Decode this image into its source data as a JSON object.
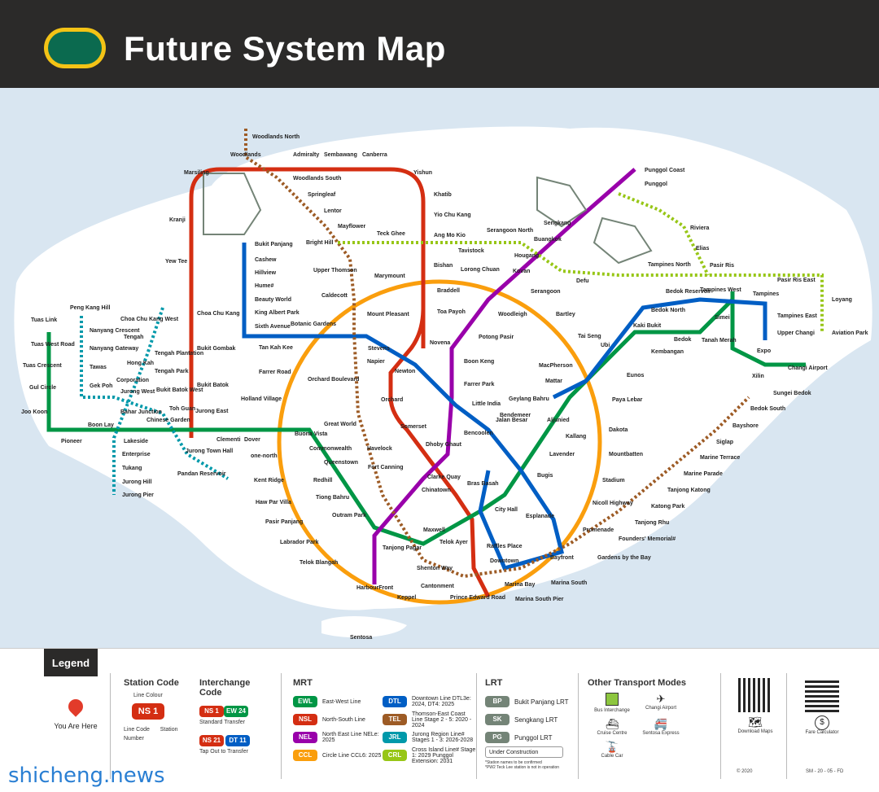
{
  "header": {
    "title": "Future System Map",
    "logo_icon": "lta-logo-icon"
  },
  "colors": {
    "ewl": "#009645",
    "nsl": "#d42e12",
    "nel": "#9900aa",
    "ccl": "#fa9e0d",
    "dtl": "#005ec4",
    "tel": "#9d5b25",
    "jrl": "#0099aa",
    "crl": "#97c616",
    "lrt": "#748477",
    "land": "#ffffff",
    "sea": "#d9e6f1"
  },
  "stations": {
    "woodlands_north": "Woodlands North",
    "woodlands": "Woodlands",
    "admiralty": "Admiralty",
    "sembawang": "Sembawang",
    "canberra": "Canberra",
    "yishun": "Yishun",
    "khatib": "Khatib",
    "yio_chu_kang": "Yio Chu Kang",
    "ang_mo_kio": "Ang Mo Kio",
    "bishan": "Bishan",
    "braddell": "Braddell",
    "toa_payoh": "Toa Payoh",
    "novena": "Novena",
    "newton": "Newton",
    "orchard": "Orchard",
    "somerset": "Somerset",
    "dhoby_ghaut": "Dhoby Ghaut",
    "city_hall": "City Hall",
    "raffles_place": "Raffles Place",
    "marina_bay": "Marina Bay",
    "marina_south_pier": "Marina South Pier",
    "marsiling": "Marsiling",
    "kranji": "Kranji",
    "yew_tee": "Yew Tee",
    "choa_chu_kang": "Choa Chu Kang",
    "bukit_gombak": "Bukit Gombak",
    "bukit_batok": "Bukit Batok",
    "jurong_east": "Jurong East",
    "woodlands_south": "Woodlands South",
    "springleaf": "Springleaf",
    "lentor": "Lentor",
    "mayflower": "Mayflower",
    "bright_hill": "Bright Hill",
    "upper_thomson": "Upper Thomson",
    "caldecott": "Caldecott",
    "mount_pleasant": "Mount Pleasant",
    "stevens": "Stevens",
    "napier": "Napier",
    "orchard_boulevard": "Orchard Boulevard",
    "great_world": "Great World",
    "havelock": "Havelock",
    "outram_park": "Outram Park",
    "maxwell": "Maxwell",
    "shenton_way": "Shenton Way",
    "gardens_by_the_bay": "Gardens by the Bay",
    "tanjong_rhu": "Tanjong Rhu",
    "katong_park": "Katong Park",
    "tanjong_katong": "Tanjong Katong",
    "marine_parade": "Marine Parade",
    "marine_terrace": "Marine Terrace",
    "siglap": "Siglap",
    "bayshore": "Bayshore",
    "bedok_south": "Bedok South",
    "sungei_bedok": "Sungei Bedok",
    "pasir_ris": "Pasir Ris",
    "tampines": "Tampines",
    "simei": "Simei",
    "tanah_merah": "Tanah Merah",
    "bedok": "Bedok",
    "kembangan": "Kembangan",
    "eunos": "Eunos",
    "paya_lebar": "Paya Lebar",
    "aljunied": "Aljunied",
    "kallang": "Kallang",
    "lavender": "Lavender",
    "bugis": "Bugis",
    "tanjong_pagar": "Tanjong Pagar",
    "tiong_bahru": "Tiong Bahru",
    "redhill": "Redhill",
    "queenstown": "Queenstown",
    "commonwealth": "Commonwealth",
    "buona_vista": "Buona Vista",
    "dover": "Dover",
    "clementi": "Clementi",
    "boon_lay": "Boon Lay",
    "pioneer": "Pioneer",
    "joo_koon": "Joo Koon",
    "gul_circle": "Gul Circle",
    "tuas_crescent": "Tuas Crescent",
    "tuas_west_road": "Tuas West Road",
    "tuas_link": "Tuas Link",
    "expo": "Expo",
    "changi_airport": "Changi Airport",
    "harbourfront": "HarbourFront",
    "outram": "Outram Park",
    "chinatown": "Chinatown",
    "clarke_quay": "Clarke Quay",
    "little_india": "Little India",
    "farrer_park": "Farrer Park",
    "boon_keng": "Boon Keng",
    "potong_pasir": "Potong Pasir",
    "woodleigh": "Woodleigh",
    "serangoon": "Serangoon",
    "kovan": "Kovan",
    "hougang": "Hougang",
    "buangkok": "Buangkok",
    "sengkang": "Sengkang",
    "punggol": "Punggol",
    "punggol_coast": "Punggol Coast",
    "botanic_gardens": "Botanic Gardens",
    "holland_village": "Holland Village",
    "one_north": "one-north",
    "kent_ridge": "Kent Ridge",
    "haw_par_villa": "Haw Par Villa",
    "pasir_panjang": "Pasir Panjang",
    "labrador_park": "Labrador Park",
    "telok_blangah": "Telok Blangah",
    "farrer_road": "Farrer Road",
    "marymount": "Marymount",
    "lorong_chuan": "Lorong Chuan",
    "bartley": "Bartley",
    "tai_seng": "Tai Seng",
    "macpherson": "MacPherson",
    "dakota": "Dakota",
    "mountbatten": "Mountbatten",
    "stadium": "Stadium",
    "nicoll_highway": "Nicoll Highway",
    "promenade": "Promenade",
    "esplanade": "Esplanade",
    "bras_basah": "Bras Basah",
    "bayfront": "Bayfront",
    "downtown": "Downtown",
    "telok_ayer": "Telok Ayer",
    "fort_canning": "Fort Canning",
    "bencoolen": "Bencoolen",
    "jalan_besar": "Jalan Besar",
    "bendemeer": "Bendemeer",
    "geylang_bahru": "Geylang Bahru",
    "mattar": "Mattar",
    "ubi": "Ubi",
    "kaki_bukit": "Kaki Bukit",
    "bedok_north": "Bedok North",
    "bedok_reservoir": "Bedok Reservoir",
    "tampines_west": "Tampines West",
    "tampines_east": "Tampines East",
    "upper_changi": "Upper Changi",
    "bukit_panjang": "Bukit Panjang",
    "cashew": "Cashew",
    "hillview": "Hillview",
    "hume": "Hume#",
    "beauty_world": "Beauty World",
    "king_albert_park": "King Albert Park",
    "sixth_avenue": "Sixth Avenue",
    "tan_kah_kee": "Tan Kah Kee",
    "keppel": "Keppel",
    "cantonment": "Cantonment",
    "prince_edward_road": "Prince Edward Road",
    "marina_south": "Marina South",
    "founders_memorial": "Founders' Memorial#",
    "teck_ghee": "Teck Ghee",
    "tavistock": "Tavistock",
    "serangoon_north": "Serangoon North",
    "defu": "Defu",
    "tampines_north": "Tampines North",
    "pasir_ris_east": "Pasir Ris East",
    "loyang": "Loyang",
    "aviation_park": "Aviation Park",
    "riviera": "Riviera",
    "elias": "Elias",
    "xilin": "Xilin",
    "sentosa": "Sentosa",
    "pandan_reservoir": "Pandan Reservoir",
    "jurong_town_hall": "Jurong Town Hall",
    "toh_guan": "Toh Guan",
    "bukit_batok_west": "Bukit Batok West",
    "tengah_park": "Tengah Park",
    "tengah_plantation": "Tengah Plantation",
    "tengah": "Tengah",
    "hong_kah": "Hong Kah",
    "choa_chu_kang_west": "Choa Chu Kang West",
    "corporation": "Corporation",
    "jurong_west": "Jurong West",
    "bahar_junction": "Bahar Junction",
    "lakeside": "Lakeside",
    "enterprise": "Enterprise",
    "tukang": "Tukang",
    "jurong_hill": "Jurong Hill",
    "jurong_pier": "Jurong Pier",
    "chinese_garden": "Chinese Garden",
    "peng_kang_hill": "Peng Kang Hill",
    "nanyang_crescent": "Nanyang Crescent",
    "nanyang_gateway": "Nanyang Gateway",
    "tawas": "Tawas",
    "gek_poh": "Gek Poh"
  },
  "legend": {
    "title": "Legend",
    "you_are_here": "You Are Here",
    "station_code": {
      "heading": "Station Code",
      "line_colour": "Line Colour",
      "code": "NS 1",
      "line_code": "Line Code",
      "station_number": "Station Number"
    },
    "interchange": {
      "heading": "Interchange Code",
      "std_a": "NS 1",
      "std_b": "EW 24",
      "std_label": "Standard Transfer",
      "out_a": "NS 21",
      "out_b": "DT 11",
      "out_label": "Tap Out to Transfer"
    },
    "mrt": {
      "heading": "MRT",
      "items": [
        {
          "code": "EWL",
          "name": "East-West Line",
          "color": "#009645"
        },
        {
          "code": "NSL",
          "name": "North-South Line",
          "color": "#d42e12"
        },
        {
          "code": "NEL",
          "name": "North East Line NELe: 2025",
          "color": "#9900aa"
        },
        {
          "code": "CCL",
          "name": "Circle Line CCL6: 2025",
          "color": "#fa9e0d"
        },
        {
          "code": "DTL",
          "name": "Downtown Line DTL3e: 2024, DT4: 2025",
          "color": "#005ec4"
        },
        {
          "code": "TEL",
          "name": "Thomson-East Coast Line Stage 2 - 5: 2020 - 2024",
          "color": "#9d5b25"
        },
        {
          "code": "JRL",
          "name": "Jurong Region Line# Stages 1 - 3: 2026-2028",
          "color": "#0099aa"
        },
        {
          "code": "CRL",
          "name": "Cross Island Line# Stage 1: 2029 Punggol Extension: 2031",
          "color": "#97c616"
        }
      ]
    },
    "lrt": {
      "heading": "LRT",
      "items": [
        {
          "code": "BP",
          "name": "Bukit Panjang LRT"
        },
        {
          "code": "SK",
          "name": "Sengkang LRT"
        },
        {
          "code": "PG",
          "name": "Punggol LRT"
        }
      ],
      "under_construction": "Under Construction",
      "note1": "*Station names to be confirmed",
      "note2": "*PW2 Teck Lee station is not in operation"
    },
    "other": {
      "heading": "Other Transport Modes",
      "items": [
        "Bus Interchange",
        "Changi Airport",
        "Cruise Centre",
        "Sentosa Express",
        "Cable Car"
      ]
    },
    "qr": {
      "download": "Download Maps",
      "fare": "Fare Calculator"
    },
    "ref": "SM - 20 - 05 - FD",
    "copyright": "© 2020"
  },
  "watermark": "shicheng.news"
}
